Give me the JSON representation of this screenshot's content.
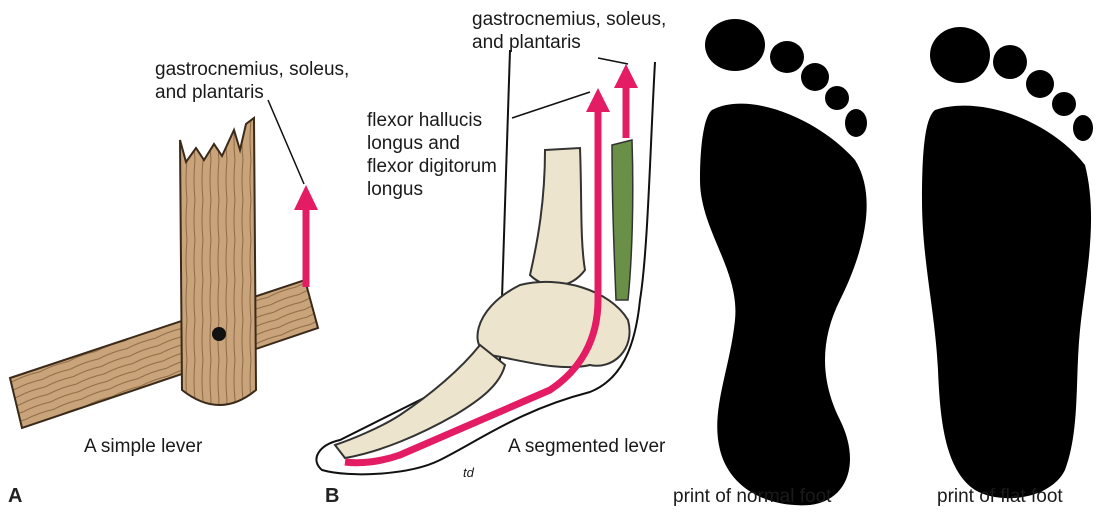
{
  "panels": {
    "a": {
      "letter": "A",
      "muscle_label": "gastrocnemius, soleus,\nand plantaris",
      "caption": "A simple lever"
    },
    "b": {
      "letter": "B",
      "muscle_label": "gastrocnemius, soleus,\nand plantaris",
      "flexor_label": "flexor hallucis\nlongus and\nflexor digitorum\nlongus",
      "caption": "A segmented lever",
      "signature": "td"
    }
  },
  "footprints": {
    "normal_caption": "print of normal foot",
    "flat_caption": "print of flat foot"
  },
  "colors": {
    "arrow": "#e31c63",
    "wood": "#c9a47b",
    "bone": "#ece4cc",
    "muscle": "#6a8f47",
    "ink": "#111111"
  }
}
